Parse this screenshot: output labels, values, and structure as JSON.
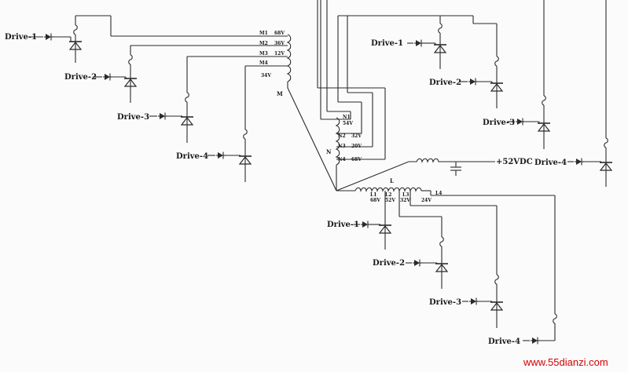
{
  "drive_labels": [
    "Drive-1",
    "Drive-2",
    "Drive-3",
    "Drive-4"
  ],
  "transformer_m": {
    "taps": [
      "M1",
      "M2",
      "M3",
      "M4"
    ],
    "voltages": [
      "68V",
      "36V",
      "12V",
      "34V"
    ],
    "name": "M"
  },
  "transformer_n": {
    "taps": [
      "N1",
      "N2",
      "N3",
      "N4"
    ],
    "voltages": [
      "54V",
      "32V",
      "20V",
      "68V"
    ],
    "name": "N"
  },
  "inductor_l": {
    "taps": [
      "L1",
      "L2",
      "L3",
      "L4"
    ],
    "voltages": [
      "68V",
      "52V",
      "32V",
      "24V"
    ],
    "name": "L"
  },
  "supply_label": "+52VDC",
  "watermark": "www.55dianzi.com"
}
